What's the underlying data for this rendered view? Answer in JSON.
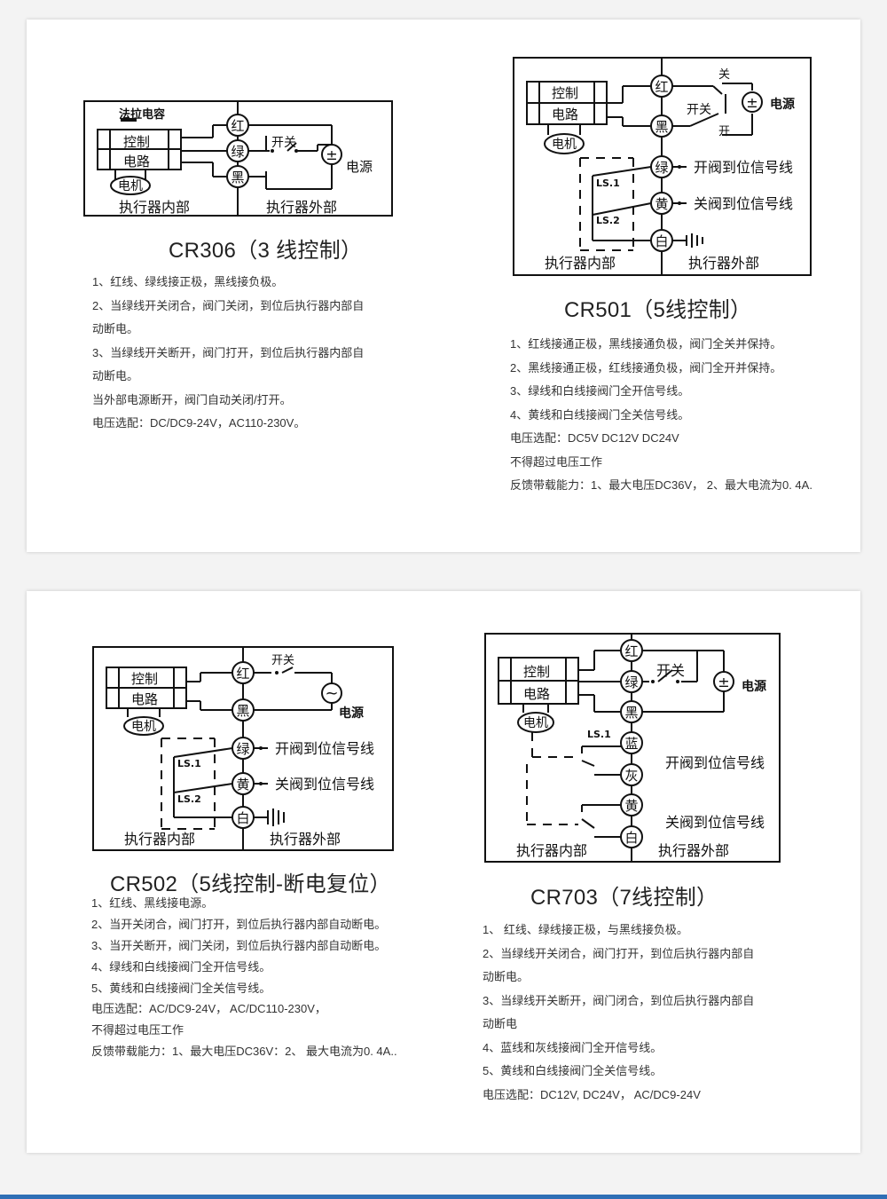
{
  "common": {
    "control": "控制",
    "circuit": "电路",
    "motor": "电机",
    "switch": "开关",
    "power": "电源",
    "plusminus": "±",
    "inside": "执行器内部",
    "outside": "执行器外部",
    "ls1": "LS.1",
    "ls2": "LS.2",
    "red": "红",
    "green": "绿",
    "black": "黑",
    "yellow": "黄",
    "white": "白",
    "blue": "蓝",
    "grey": "灰",
    "open_sig": "开阀到位信号线",
    "close_sig": "关阀到位信号线",
    "guan": "关",
    "kai": "开",
    "ac": "~"
  },
  "cr306": {
    "cap_label": "法拉电容",
    "title": "CR306（3 线控制）",
    "notes": [
      "1、红线、绿线接正极，黑线接负极。",
      "2、当绿线开关闭合，阀门关闭，到位后执行器内部自",
      "动断电。",
      "3、当绿线开关断开，阀门打开，到位后执行器内部自",
      "动断电。",
      "当外部电源断开，阀门自动关闭/打开。",
      "电压选配：DC/DC9-24V，AC110-230V。"
    ]
  },
  "cr501": {
    "title": "CR501（5线控制）",
    "notes": [
      "1、红线接通正极，黑线接通负极，阀门全关并保持。",
      "2、黑线接通正极，红线接通负极，阀门全开并保持。",
      "3、绿线和白线接阀门全开信号线。",
      "4、黄线和白线接阀门全关信号线。",
      "电压选配：DC5V  DC12V  DC24V",
      "不得超过电压工作",
      "反馈带载能力：1、最大电压DC36V，  2、最大电流为0. 4A."
    ]
  },
  "cr502": {
    "title": "CR502（5线控制-断电复位）",
    "notes": [
      "1、红线、黑线接电源。",
      "2、当开关闭合，阀门打开，到位后执行器内部自动断电。",
      "3、当开关断开，阀门关闭，到位后执行器内部自动断电。",
      "4、绿线和白线接阀门全开信号线。",
      "5、黄线和白线接阀门全关信号线。",
      "电压选配：AC/DC9-24V，  AC/DC110-230V，",
      "不得超过电压工作",
      "反馈带载能力：1、最大电压DC36V：2、  最大电流为0. 4A.."
    ]
  },
  "cr703": {
    "title": "CR703（7线控制）",
    "notes": [
      "1、  红线、绿线接正极，与黑线接负极。",
      "2、当绿线开关闭合，阀门打开，到位后执行器内部自",
      "动断电。",
      "3、当绿线开关断开，阀门闭合，到位后执行器内部自",
      "动断电",
      "4、蓝线和灰线接阀门全开信号线。",
      "5、黄线和白线接阀门全关信号线。",
      "电压选配：DC12V, DC24V，  AC/DC9-24V"
    ]
  },
  "colors": {
    "panel_bg": "#ffffff",
    "page_bg": "#f3f3f3",
    "line": "#111111",
    "accent_bar": "#2f6fb5"
  }
}
